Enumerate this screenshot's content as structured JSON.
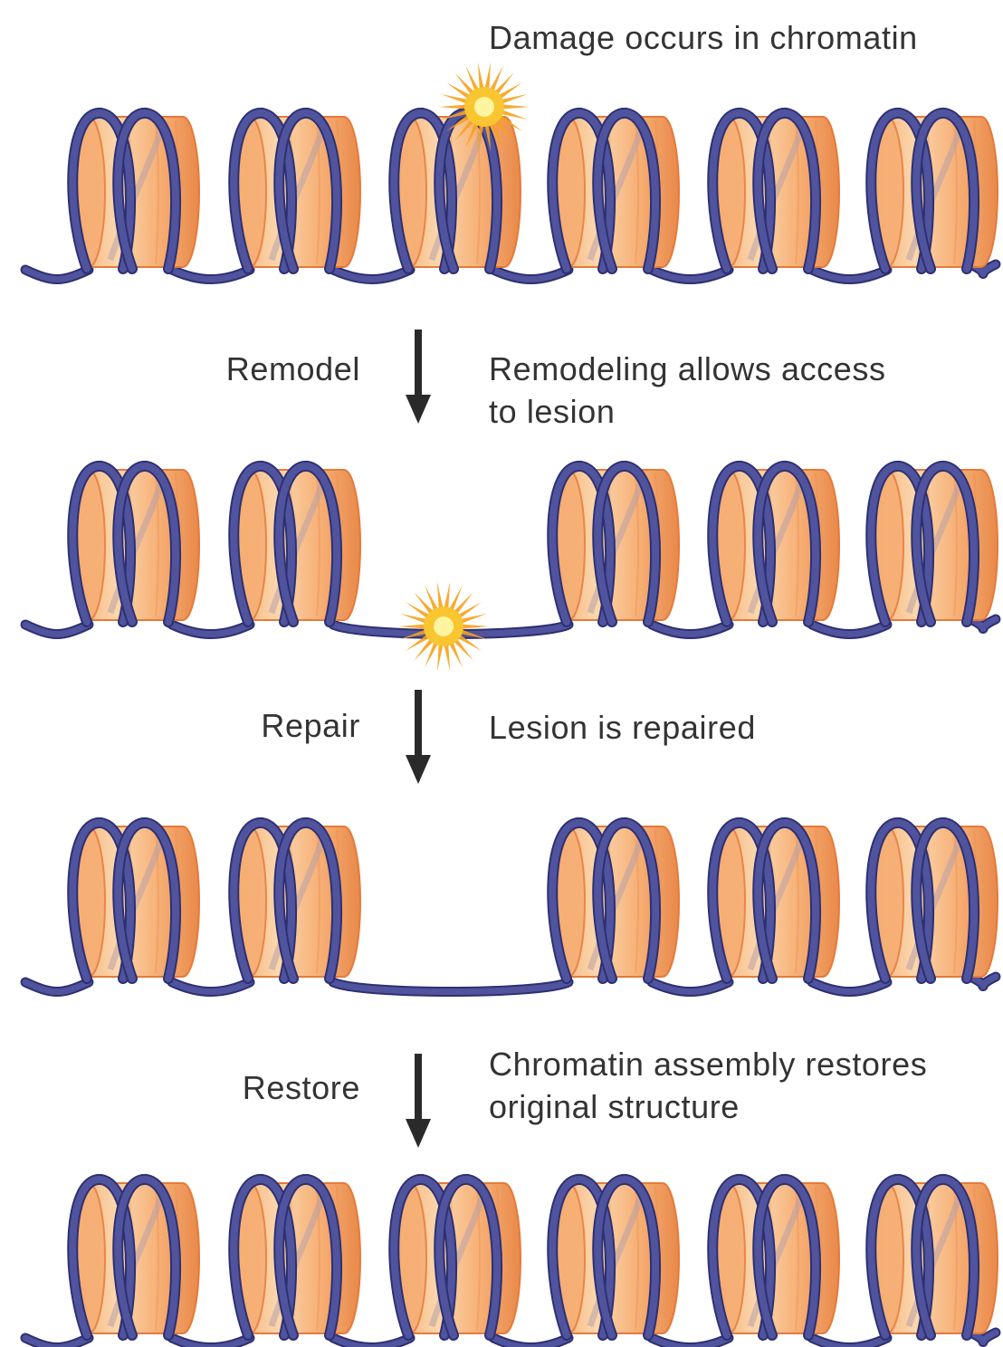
{
  "diagram": {
    "title": "Damage occurs in chromatin",
    "steps": [
      {
        "label": "Remodel",
        "description": "Remodeling allows access\nto lesion"
      },
      {
        "label": "Repair",
        "description": "Lesion is repaired"
      },
      {
        "label": "Restore",
        "description": "Chromatin assembly restores\noriginal structure"
      }
    ],
    "rows": [
      {
        "state": "damaged",
        "nucleosomes": [
          1,
          1,
          1,
          1,
          1,
          1
        ],
        "lesion_on": "nucleosome 3"
      },
      {
        "state": "remodeled",
        "nucleosomes": [
          1,
          1,
          0,
          1,
          1,
          1
        ],
        "lesion_on": "exposed DNA"
      },
      {
        "state": "repaired",
        "nucleosomes": [
          1,
          1,
          0,
          1,
          1,
          1
        ],
        "lesion_on": null
      },
      {
        "state": "restored",
        "nucleosomes": [
          1,
          1,
          1,
          1,
          1,
          1
        ],
        "lesion_on": null
      }
    ]
  },
  "colors": {
    "histone_light": "#fbd7ae",
    "histone_mid": "#f6ad72",
    "histone_dark": "#e8894a",
    "histone_outline": "#e67a3a",
    "dna": "#50549e",
    "dna_edge": "#2e3070",
    "text": "#333333",
    "arrow": "#2a2a2a",
    "lesion_core": "#fff4a0",
    "lesion_ray": "#f7a11a"
  },
  "icons": {
    "lesion": "starburst-icon",
    "step_arrow": "arrow-down-icon"
  }
}
